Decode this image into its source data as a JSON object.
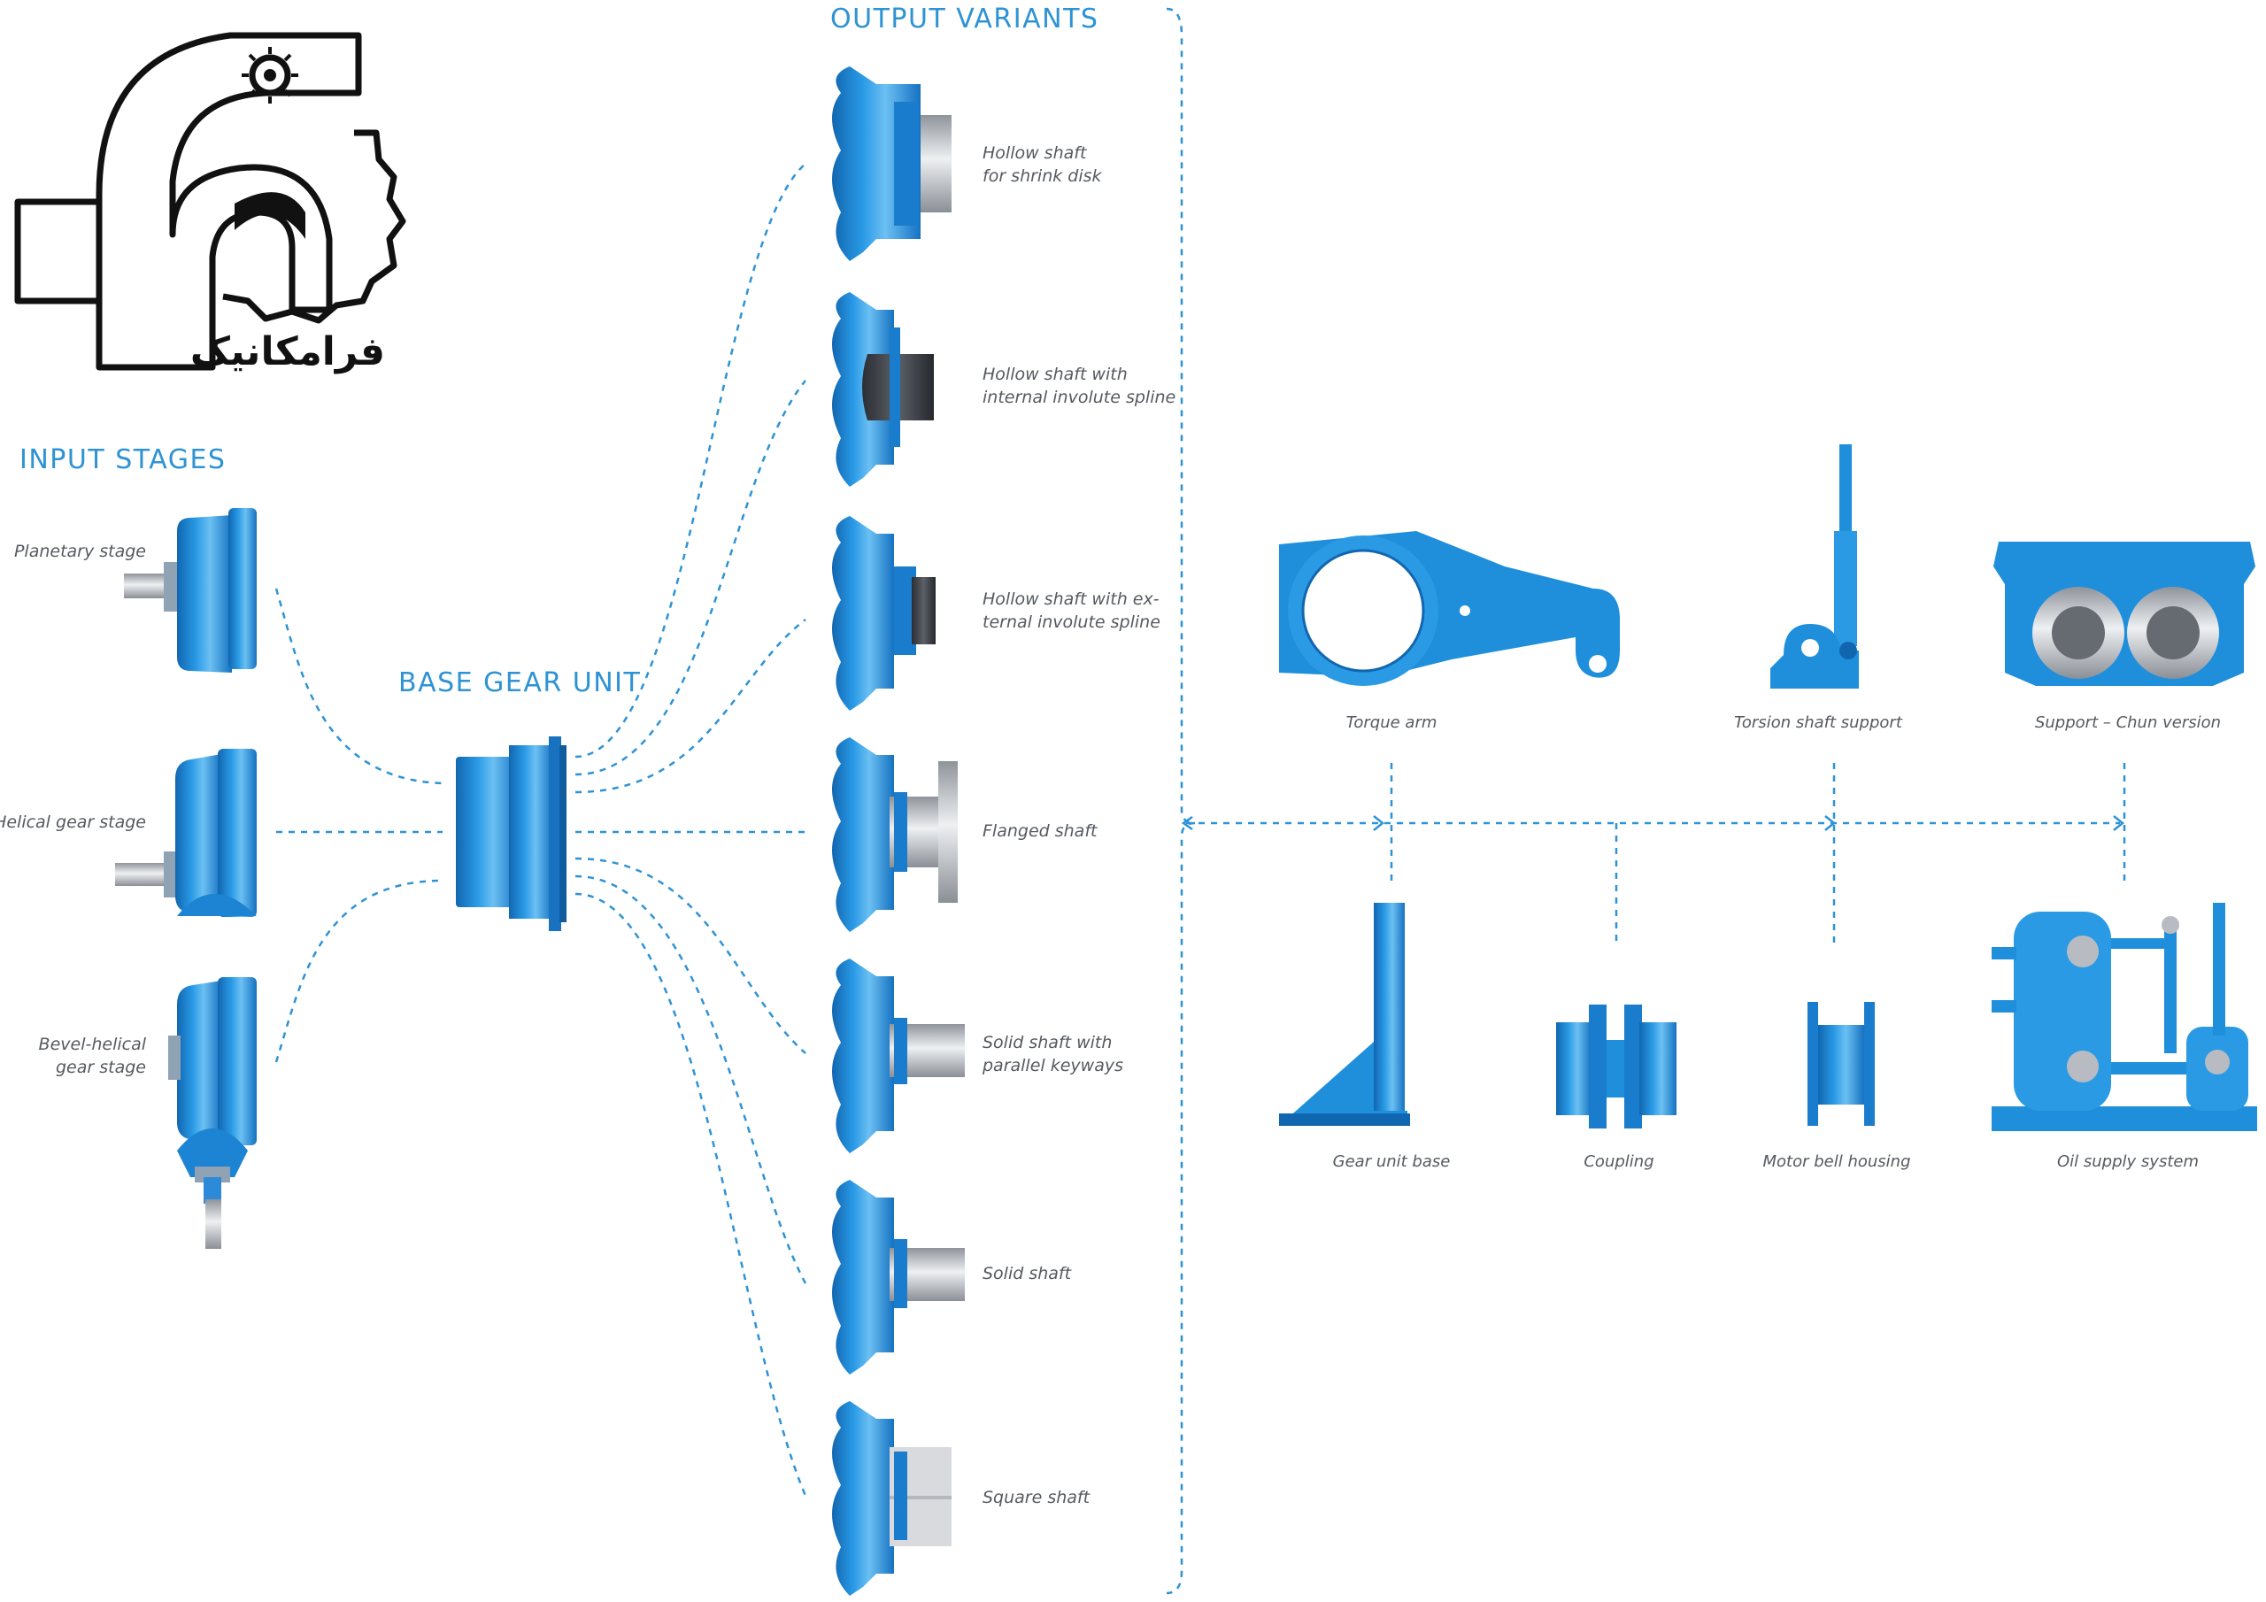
{
  "logo": {
    "text": "فرامکانیک"
  },
  "sections": {
    "input": "INPUT STAGES",
    "base": "BASE GEAR UNIT",
    "output": "OUTPUT VARIANTS"
  },
  "input_stages": [
    {
      "line1": "Planetary stage",
      "line2": ""
    },
    {
      "line1": "Helical gear stage",
      "line2": ""
    },
    {
      "line1": "Bevel-helical",
      "line2": "gear stage"
    }
  ],
  "output_variants": [
    {
      "line1": "Hollow shaft",
      "line2": "for shrink disk"
    },
    {
      "line1": "Hollow shaft with",
      "line2": "internal involute spline"
    },
    {
      "line1": "Hollow shaft with ex-",
      "line2": "ternal involute spline"
    },
    {
      "line1": "Flanged shaft",
      "line2": ""
    },
    {
      "line1": "Solid shaft with",
      "line2": "parallel keyways"
    },
    {
      "line1": "Solid shaft",
      "line2": ""
    },
    {
      "line1": "Square shaft",
      "line2": ""
    }
  ],
  "accessories": {
    "top": [
      "Torque arm",
      "Torsion shaft support",
      "Support – Chun version"
    ],
    "bottom": [
      "Gear unit base",
      "Coupling",
      "Motor bell housing",
      "Oil supply system"
    ]
  },
  "colors": {
    "gear_blue": "#1f8fdc",
    "gear_blue_dark": "#1166b0",
    "gear_blue_light": "#5fb8ef",
    "connector": "#2e93d4",
    "steel": "#b8bcc2",
    "heading": "#2e93d4",
    "label": "#555a60"
  }
}
